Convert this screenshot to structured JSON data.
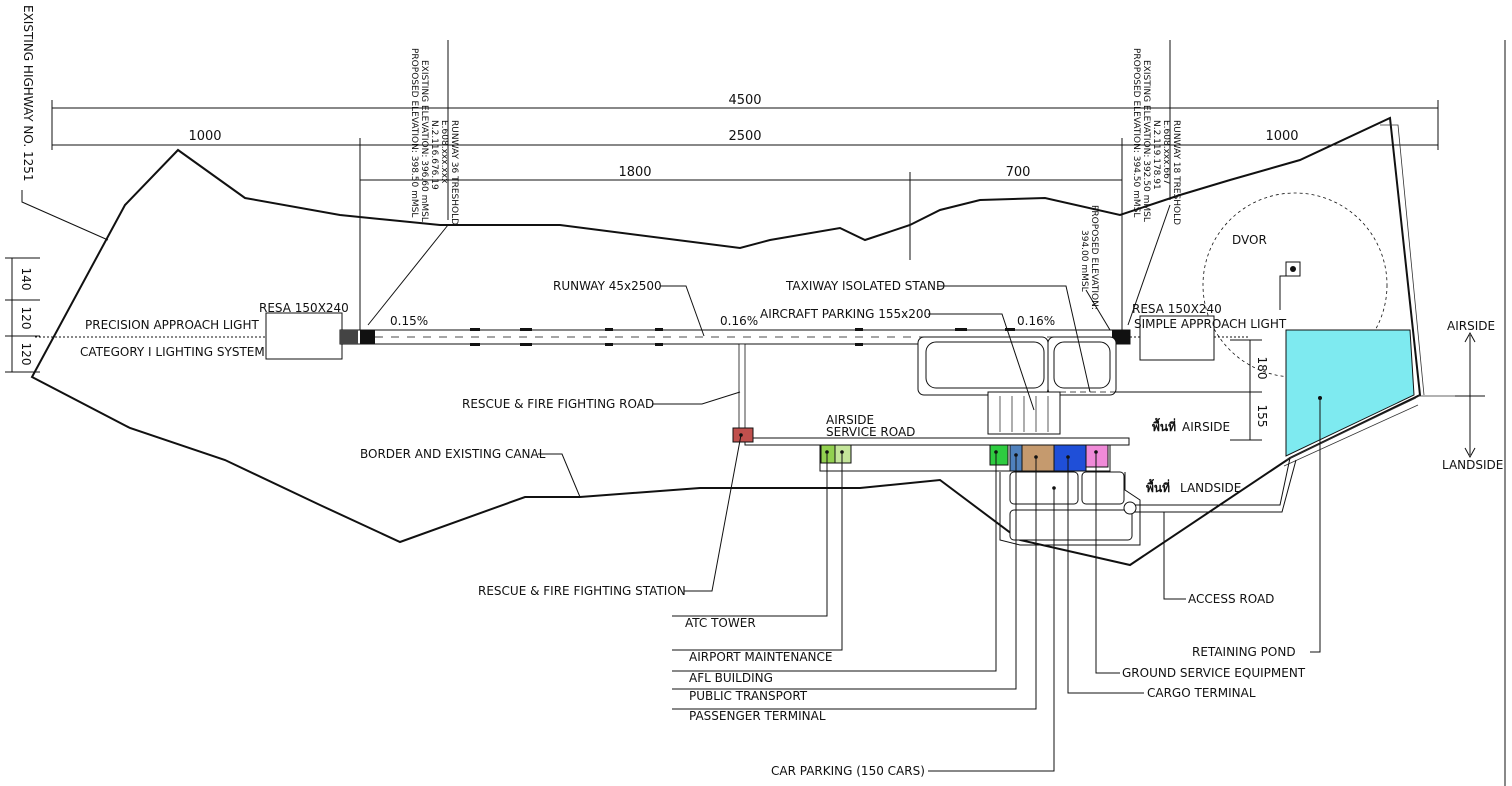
{
  "dimensions": {
    "total": "4500",
    "left": "1000",
    "runway": "2500",
    "right": "1000",
    "seg1": "1800",
    "seg2": "700",
    "v1": "140",
    "v2": "120",
    "v3": "120",
    "r1": "180",
    "r2": "155"
  },
  "labels": {
    "highway": "EXISTING HIGHWAY NO. 1251",
    "thr36_1": "RUNWAY 36 TRESHOLD",
    "thr36_2": "E.608.xxx.xxx",
    "thr36_3": "N.2.116.676.19",
    "thr36_4": "EXISTING ELEVATION: 396.60 mMSL",
    "thr36_5": "PROPOSED ELEVATION: 398.50 mMSL",
    "thr18_1": "RUNWAY 18 TRESHOLD",
    "thr18_2": "E.608.xxx.667",
    "thr18_3": "N.2.119.178.91",
    "thr18_4": "EXISTING ELEVATION: 392.50 mMSL",
    "thr18_5": "PROPOSED ELEVATION: 394.50 mMSL",
    "prop_elev_1": "PROPOSED ELEVATION:",
    "prop_elev_2": "394.00 mMSL",
    "dvor": "DVOR",
    "resa_left": "RESA 150X240",
    "resa_right": "RESA 150X240",
    "precision_light": "PRECISION APPROACH LIGHT",
    "cat_light": "CATEGORY I LIGHTING SYSTEM",
    "simple_light": "SIMPLE APPROACH LIGHT",
    "runway": "RUNWAY 45x2500",
    "taxiway_stand": "TAXIWAY ISOLATED STAND",
    "aircraft_parking": "AIRCRAFT PARKING 155x200",
    "slope1": "0.15%",
    "slope2": "0.16%",
    "slope3": "0.16%",
    "rescue_road": "RESCUE & FIRE FIGHTING ROAD",
    "airside_service": "AIRSIDE",
    "service_road": "SERVICE ROAD",
    "border_canal": "BORDER AND EXISTING CANAL",
    "airside_area_th": "พื้นที่",
    "airside_area_en": "AIRSIDE",
    "landside_area_th": "พื้นที่",
    "landside_area_en": "LANDSIDE",
    "airside_arrow": "AIRSIDE",
    "landside_arrow": "LANDSIDE",
    "rescue_station": "RESCUE & FIRE FIGHTING STATION",
    "atc_tower": "ATC TOWER",
    "airport_maintenance": "AIRPORT MAINTENANCE",
    "afl_building": "AFL BUILDING",
    "public_transport": "PUBLIC TRANSPORT",
    "passenger_terminal": "PASSENGER TERMINAL",
    "car_parking": "CAR PARKING (150 CARS)",
    "access_road": "ACCESS ROAD",
    "retaining_pond": "RETAINING POND",
    "ground_service": "GROUND SERVICE EQUIPMENT",
    "cargo_terminal": "CARGO TERMINAL"
  },
  "colors": {
    "rescue_station": "#c0504d",
    "atc_tower": "#92d050",
    "airport_maintenance": "#c4e59a",
    "afl_building": "#2ecc40",
    "public_transport": "#4f81bd",
    "passenger_terminal": "#c59a6e",
    "cargo_terminal": "#1f4fd8",
    "ground_service": "#f08ad8",
    "retaining_pond": "#7eeaf0"
  }
}
